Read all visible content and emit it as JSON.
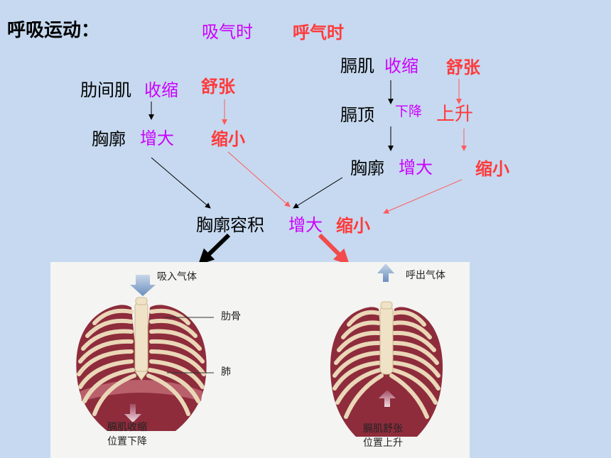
{
  "title": "呼吸运动：",
  "legend": {
    "inhale": "吸气时",
    "exhale": "呼气时"
  },
  "left_branch": {
    "muscle": "肋间肌",
    "muscle_inhale": "收缩",
    "muscle_exhale": "舒张",
    "thorax": "胸廓",
    "thorax_inhale": "增大",
    "thorax_exhale": "缩小"
  },
  "right_branch": {
    "muscle": "膈肌",
    "muscle_inhale": "收缩",
    "muscle_exhale": "舒张",
    "dome": "膈顶",
    "dome_inhale": "下降",
    "dome_exhale": "上升",
    "thorax": "胸廓",
    "thorax_inhale": "增大",
    "thorax_exhale": "缩小"
  },
  "volume": {
    "label": "胸廓容积",
    "inhale": "增大",
    "exhale": "缩小"
  },
  "figure": {
    "left_top": "吸入气体",
    "rib": "肋骨",
    "lung": "肺",
    "left_bottom_1": "膈肌收缩",
    "left_bottom_2": "位置下降",
    "right_top": "呼出气体",
    "right_bottom_1": "膈肌舒张",
    "right_bottom_2": "位置上升"
  },
  "colors": {
    "inhale": "#cc00ff",
    "exhale": "#ff3b3b",
    "background": "#c6d9f0"
  }
}
